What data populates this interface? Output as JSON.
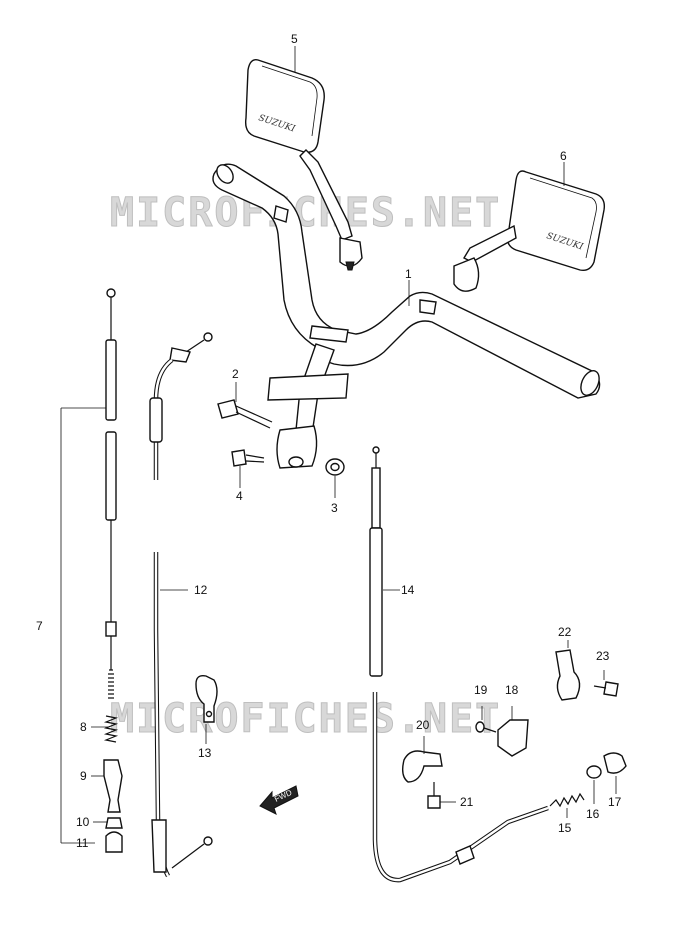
{
  "watermarks": [
    {
      "id": "top",
      "text": "MICROFICHES.NET"
    },
    {
      "id": "bottom",
      "text": "MICROFICHES.NET"
    }
  ],
  "mirror_brand": "SUZUKI",
  "fwd_arrow_text": "FWD",
  "callouts": [
    "1",
    "2",
    "3",
    "4",
    "5",
    "6",
    "7",
    "8",
    "9",
    "10",
    "11",
    "12",
    "13",
    "14",
    "15",
    "16",
    "17",
    "18",
    "19",
    "20",
    "21",
    "22",
    "23"
  ]
}
